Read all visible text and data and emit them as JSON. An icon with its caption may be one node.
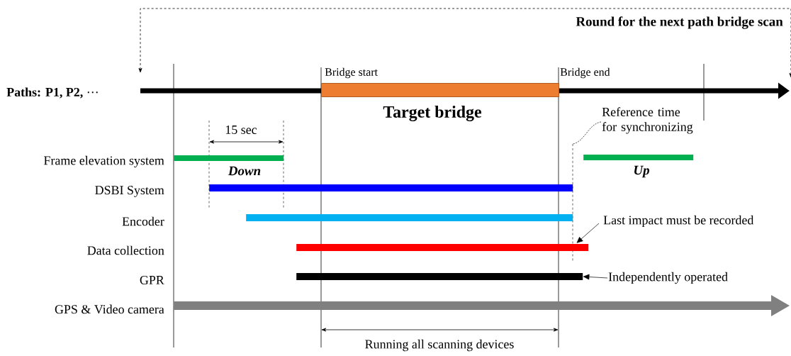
{
  "diagram": {
    "nodes": [
      {
        "text": [
          "Target bridge"
        ],
        "beside": [
          "Bridge start",
          "Bridge end"
        ]
      },
      {
        "text": [],
        "shape": "bar",
        "beside": [
          "Frame elevation system",
          "Down"
        ]
      },
      {
        "text": [],
        "shape": "bar",
        "beside": [
          "Up"
        ]
      },
      {
        "text": [],
        "shape": "bar"
      },
      {
        "text": [],
        "shape": "bar"
      },
      {
        "text": [],
        "shape": "bar"
      },
      {
        "text": [],
        "shape": "bar"
      },
      {
        "text": [],
        "shape": "bar",
        "beside": [
          "GPS & Video camera"
        ]
      },
      {
        "text": [
          "Reference time for synchronizing"
        ]
      },
      {
        "text": [
          "Last impact must be recorded"
        ]
      },
      {
        "text": [
          "Independently operated"
        ]
      }
    ],
    "edges": [
      {
        "from": 8,
        "to": null,
        "arrow": "none",
        "style": "dashed"
      },
      {
        "from": 9,
        "to": 5,
        "arrow": "to"
      },
      {
        "from": 10,
        "to": 6,
        "arrow": "to"
      }
    ],
    "labels": [
      "Round for the next path bridge scan",
      "Paths: P1, P2, ⋯",
      "15 sec",
      "DSBI System",
      "Encoder",
      "Data collection",
      "GPR",
      "Running all scanning devices"
    ]
  }
}
